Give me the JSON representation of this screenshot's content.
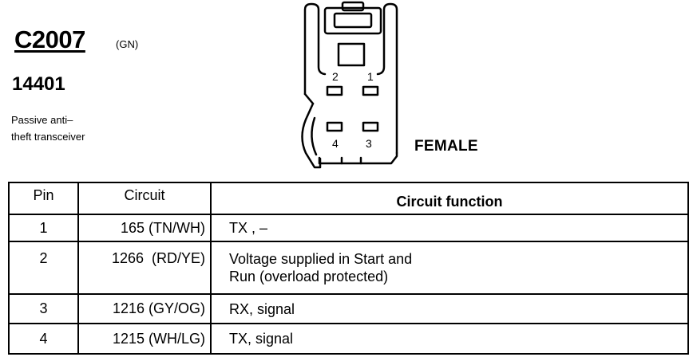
{
  "connector": {
    "id": "C2007",
    "color_code": "(GN)",
    "part_number": "14401",
    "description_lines": [
      "Passive anti–",
      "theft transceiver"
    ],
    "gender": "FEMALE",
    "pin_labels": {
      "top_left": "2",
      "top_right": "1",
      "bottom_left": "4",
      "bottom_right": "3"
    }
  },
  "table": {
    "headers": {
      "pin": "Pin",
      "circuit": "Circuit",
      "function": "Circuit function"
    },
    "rows": [
      {
        "pin": "1",
        "circuit": "165 (TN/WH)",
        "function": [
          "TX , –"
        ]
      },
      {
        "pin": "2",
        "circuit": "1266  (RD/YE)",
        "function": [
          "Voltage supplied in Start and",
          "Run (overload protected)"
        ]
      },
      {
        "pin": "3",
        "circuit": "1216 (GY/OG)",
        "function": [
          "RX, signal"
        ]
      },
      {
        "pin": "4",
        "circuit": "1215 (WH/LG)",
        "function": [
          "TX, signal"
        ]
      }
    ]
  }
}
